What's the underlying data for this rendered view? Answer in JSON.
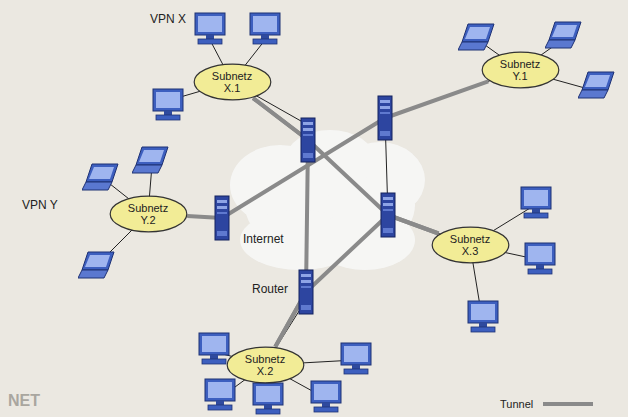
{
  "diagram": {
    "nodes": [
      {
        "text": [
          "Subnetz X.1"
        ]
      },
      {
        "text": [
          "Subnetz Y.1"
        ]
      },
      {
        "text": [
          "Subnetz Y.2"
        ]
      },
      {
        "text": [
          "Subnetz X.3"
        ]
      },
      {
        "text": [
          "Subnetz X.2"
        ]
      }
    ],
    "edges": [
      {
        "from": 0,
        "to": 3,
        "arrow": "none"
      },
      {
        "from": 0,
        "to": 4,
        "arrow": "none"
      },
      {
        "from": 4,
        "to": 3,
        "arrow": "none"
      },
      {
        "from": 2,
        "to": 1,
        "arrow": "none"
      }
    ],
    "labels": [
      "VPN X",
      "VPN Y",
      "Internet",
      "Router",
      "NET"
    ],
    "legend": [
      {
        "text": "Tunnel"
      }
    ]
  }
}
